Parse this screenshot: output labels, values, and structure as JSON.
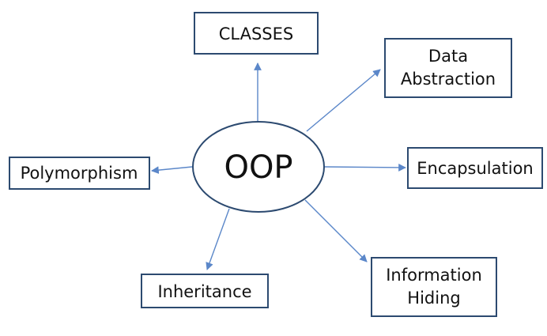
{
  "diagram": {
    "center": {
      "label": "OOP"
    },
    "nodes": {
      "classes": {
        "lines": [
          "CLASSES"
        ]
      },
      "data_abstraction": {
        "lines": [
          "Data",
          "Abstraction"
        ]
      },
      "encapsulation": {
        "lines": [
          "Encapsulation"
        ]
      },
      "information_hiding": {
        "lines": [
          "Information",
          "Hiding"
        ]
      },
      "inheritance": {
        "lines": [
          "Inheritance"
        ]
      },
      "polymorphism": {
        "lines": [
          "Polymorphism"
        ]
      }
    },
    "colors": {
      "box_border": "#2c4a70",
      "arrow": "#5b87c9",
      "text": "#111111",
      "background": "#ffffff"
    }
  }
}
